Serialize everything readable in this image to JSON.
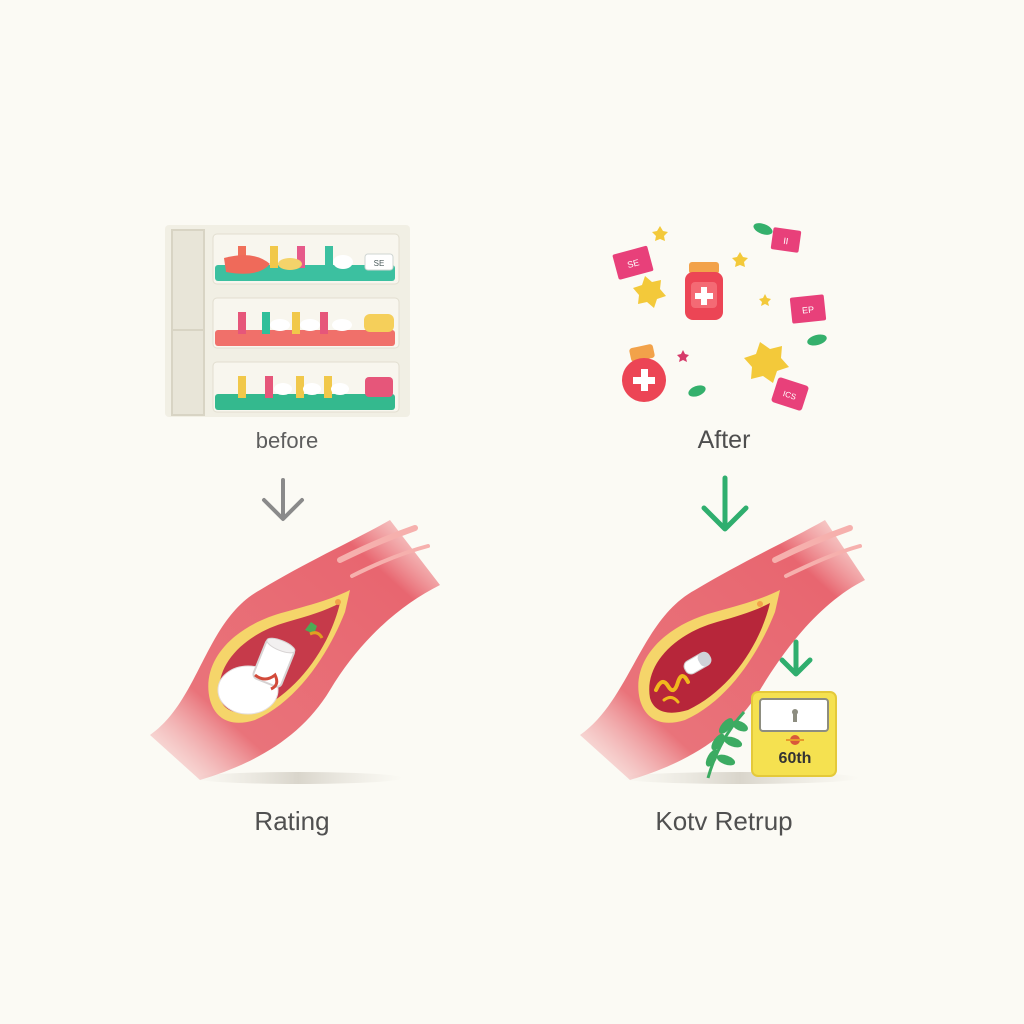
{
  "labels": {
    "before": "before",
    "after": "After",
    "left_caption": "Rating",
    "right_caption": "Kotv Retrup"
  },
  "icons": {
    "before_tray_tag": "SE",
    "after_tag_1": "SE",
    "after_tag_2": "II",
    "after_tag_3": "EP",
    "after_tag_4": "ICS",
    "badge_value": "60th"
  },
  "colors": {
    "background": "#fbfaf4",
    "vessel": "#e35b63",
    "vessel_light": "#f4a8a6",
    "vessel_dark": "#b9283a",
    "teal": "#36b99c",
    "green_arrow": "#2fae6e",
    "gray_arrow": "#8a8a8a",
    "badge_yellow": "#f5e150"
  }
}
